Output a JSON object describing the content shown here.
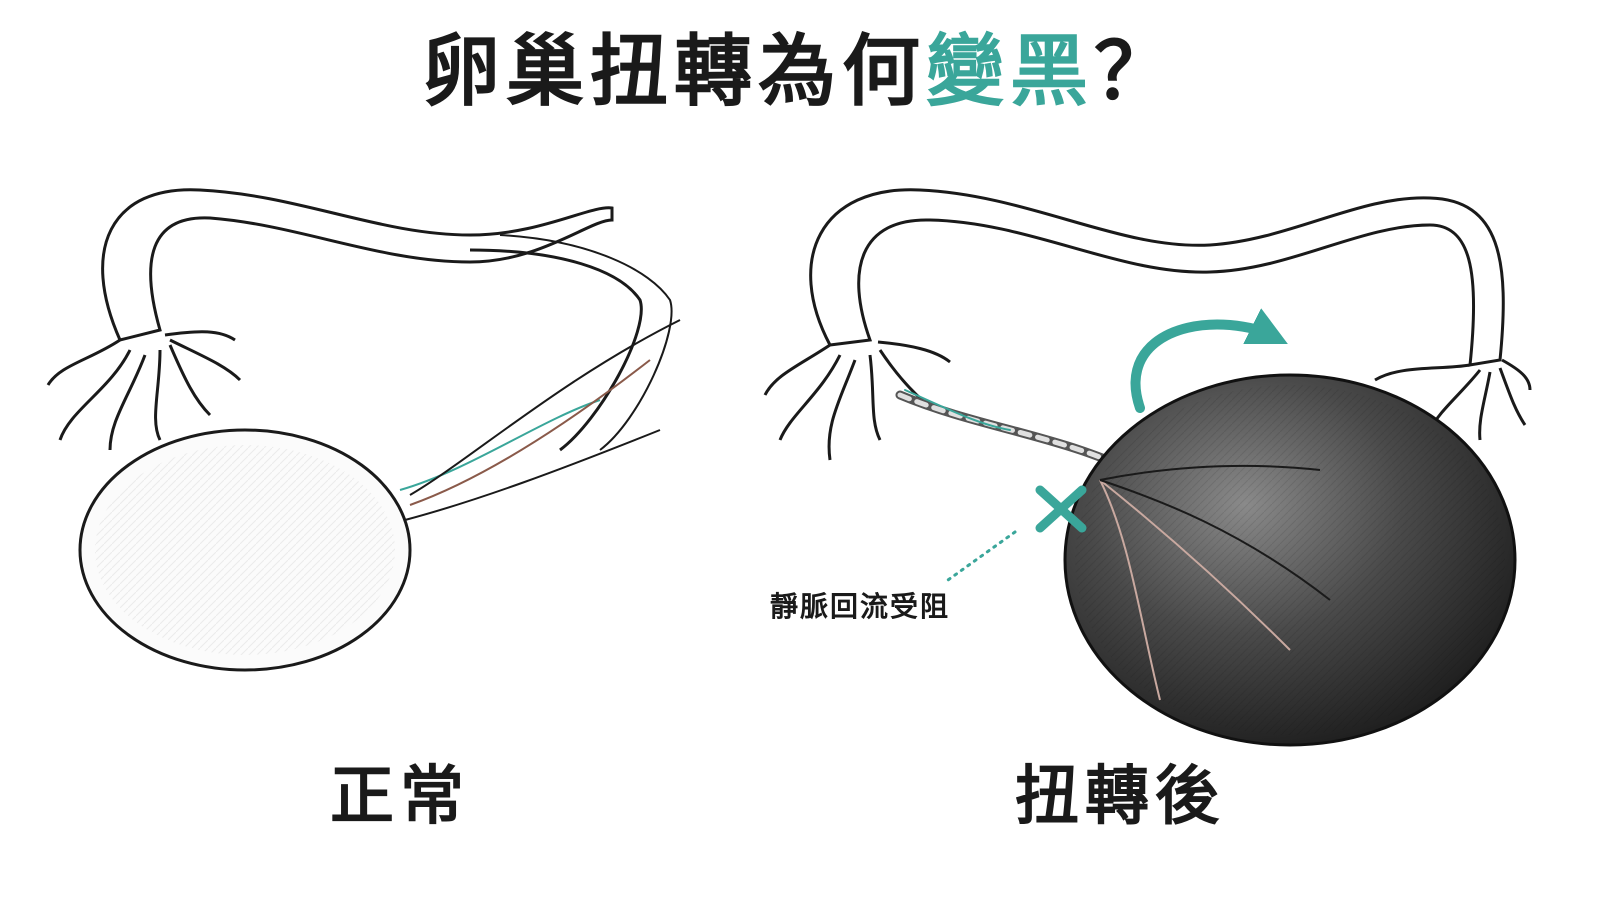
{
  "title": {
    "prefix": "卵巢扭轉為何",
    "accent": "變黑",
    "suffix": "？"
  },
  "labels": {
    "normal": "正常",
    "twisted": "扭轉後"
  },
  "annotation": "靜脈回流受阻",
  "colors": {
    "accent": "#3aa69a",
    "ink": "#1a1a1a",
    "dark_ovary": "#3a3a3a"
  }
}
